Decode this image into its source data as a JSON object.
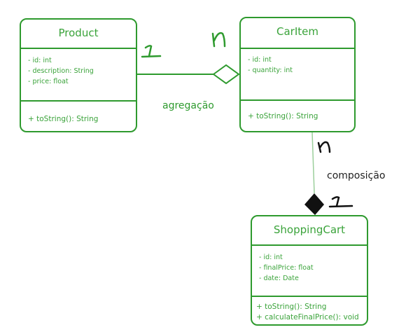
{
  "classes": {
    "product": {
      "name": "Product",
      "attributes": [
        "- id: int",
        "- description: String",
        "- price: float"
      ],
      "methods": [
        "+ toString(): String"
      ]
    },
    "caritem": {
      "name": "CarItem",
      "attributes": [
        "- id: int",
        "- quantity: int"
      ],
      "methods": [
        "+ toString(): String"
      ]
    },
    "shoppingcart": {
      "name": "ShoppingCart",
      "attributes": [
        "- id: int",
        "- finalPrice: float",
        "- date: Date"
      ],
      "methods": [
        "+ toString(): String",
        "+ calculateFinalPrice(): void"
      ]
    }
  },
  "relations": {
    "aggregation": {
      "label": "agregação",
      "from_multiplicity": "1",
      "to_multiplicity": "n"
    },
    "composition": {
      "label": "composição",
      "from_multiplicity": "n",
      "to_multiplicity": "1"
    }
  },
  "colors": {
    "box": "#2e9a2e",
    "composition_line": "#9ccf9c",
    "composition_diamond": "#111111"
  }
}
